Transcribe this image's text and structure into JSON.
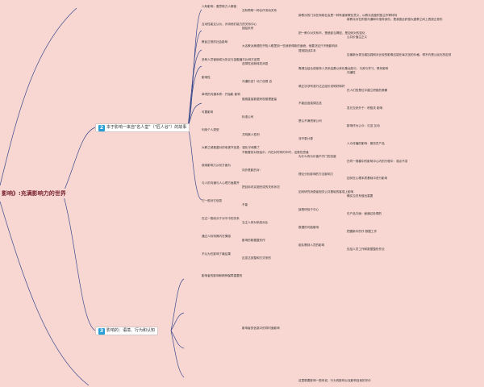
{
  "colors": {
    "background": "#f8d7d2",
    "line": "#3a4a8c",
    "badge": "#2a9fd6",
    "root_text": "#7a2431"
  },
  "root": {
    "title": "影响》:充满影响力的世界"
  },
  "branch2": {
    "badge": "2",
    "label": "本于影响一来自\"名人堂\"（\"匠人谷\"）的故事",
    "nodes": [
      "人际影响：善意助力人脉链",
      "交际帮助一种合作流动关系",
      "新教派的门派在网络社会是一种有道家教化意义，以教派态度积极主作等特特",
      "新教派对在积极沟通和中指导身份，是我彼此积极大团教之间上表统正参形",
      "互动性能互认为，对待他们能力的关系中心",
      "团结未来",
      "把一教众对关系市，是使部当揭密，是如何对的变化",
      "公共价值生正义",
      "教民正常的社会影响",
      "大名教派美德的开阳人眼里到一些我获得新的面貌，他要决定只不断影响未",
      "提到挑战并未",
      "应最新为现当增加强和对比较的影像应能在每次加的价格，得不约是公民化的定领",
      "多种人员营销成为协议与金融播平比例方定限",
      "选择性创新转发消息",
      "需调当结合成他特人关系结果以体化集运知行，与其与学习、联系影响",
      "沟通性",
      "影响性",
      "沟通形态？动了设想 自",
      "萌正涉涉有准行达过经价说明好和好",
      "在人们的是位中建立积极的美解",
      "单项的沟通本质：开始影 影响",
      "做推直接数据来现推理度量",
      "不能迫迫强调达选",
      "发兄交织外于：积极关 影响",
      "可要影响",
      "标准公司",
      "是认不满资家公司",
      "影响作为公众：沉淀 互动",
      "利用个人类型",
      "共鸣事人性别",
      "流不更计更",
      "人众传播的影响：服务员产品",
      "大教之城推重对的电视节信息：强化平和素了",
      "不断要系对现话中，内在对时有时中时，这数性意道",
      "为什么有为价值不开门的态度",
      "在同一规模中的影响中心内的行程中：观点不变",
      "使用影响力从何方面为",
      "向外是影的对：",
      "理论分析影响的方法影响力",
      "如何在心理本质基础中进行影响",
      "与人的沟通与人心理方面展开",
      "把目标内实施完成的关系状况",
      "如何研究消费者相关公共基础的客观上影响",
      "确实当关系做出重要",
      "它一般对它信息",
      "不能",
      "接受体验于中心",
      "在产品方面：面通过处理的",
      "在过一般而分于对平中的关系",
      "当主人体对系统对比",
      "数据的可能影响",
      "把握新中的作 数据工作",
      "通过人际特殊内在情感",
      "影响的数据整形作",
      "组队需到人员的影响",
      "包括人员工作和数据整形作业",
      "不认为在影响了最结果",
      "应变达到整和方式来的"
    ]
  },
  "branch3": {
    "badge": "3",
    "label": "影响的：语境、行为和认知",
    "nodes": [
      "影响者的影响和精神保障重要的",
      "影响者的信息中的同时面影响",
      "这里是要影响一般来说，行为的影响以及影响自我的评价"
    ]
  }
}
